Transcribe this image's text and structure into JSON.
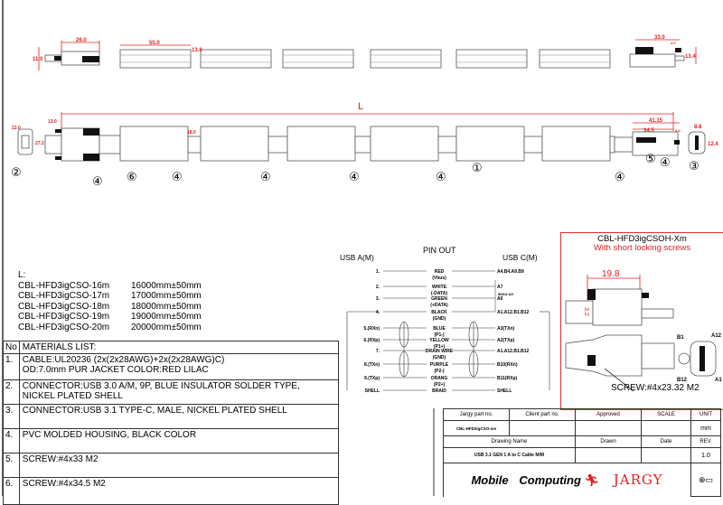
{
  "top_view": {
    "dims": {
      "conn_a_length": "26.0",
      "conn_a_height": "11.0",
      "segment_length": "55.0",
      "segment_height": "13.0",
      "conn_c_length": "33.0",
      "conn_c_tip": "4.0",
      "conn_c_height": "13.4"
    }
  },
  "main_view": {
    "length_label": "L",
    "dims": {
      "port_width": "22.0",
      "port_height": "27.2",
      "plug_length": "13.0",
      "cable_dia": "18.0",
      "c_total": "41.15",
      "c_body": "34.5",
      "c_tip": "6.0",
      "c_face_width": "8.8",
      "c_face_height": "12.4"
    },
    "callouts": [
      "②",
      "④",
      "⑥",
      "④",
      "④",
      "④",
      "④",
      "①",
      "⑤",
      "④",
      "③",
      "④"
    ]
  },
  "length_table": {
    "heading": "L:",
    "rows": [
      {
        "part": "CBL-HFD3igCSO-16m",
        "length": "16000mm±50mm"
      },
      {
        "part": "CBL-HFD3igCSO-17m",
        "length": "17000mm±50mm"
      },
      {
        "part": "CBL-HFD3igCSO-18m",
        "length": "18000mm±50mm"
      },
      {
        "part": "CBL-HFD3igCSO-19m",
        "length": "19000mm±50mm"
      },
      {
        "part": "CBL-HFD3igCSO-20m",
        "length": "20000mm±50mm"
      }
    ]
  },
  "materials": {
    "no_header": "No",
    "header": "MATERIALS LIST:",
    "items": [
      {
        "no": "1.",
        "line1": "CABLE:UL20236 (2x(2x28AWG)+2x(2x28AWG)C)",
        "line2": "OD:7.0mm  PUR JACKET COLOR:RED LILAC"
      },
      {
        "no": "2.",
        "line1": "CONNECTOR:USB 3.0 A/M, 9P, BLUE INSULATOR SOLDER TYPE,",
        "line2": "NICKEL PLATED SHELL"
      },
      {
        "no": "3.",
        "line1": "CONNECTOR:USB 3.1 TYPE-C, MALE, NICKEL PLATED SHELL",
        "line2": ""
      },
      {
        "no": "4.",
        "line1": "PVC MOLDED HOUSING, BLACK COLOR",
        "line2": ""
      },
      {
        "no": "5.",
        "line1": "SCREW:#4x33 M2",
        "line2": ""
      },
      {
        "no": "6.",
        "line1": "SCREW:#4x34.5 M2",
        "line2": ""
      }
    ]
  },
  "pinout": {
    "title": "PIN OUT",
    "left_header": "USB A(M)",
    "right_header": "USB C(M)",
    "resistor_label": "56KΩ A5",
    "rows": [
      {
        "a": "1.",
        "wire": "RED",
        "sub": "(Vbus)",
        "c": "A4.B4.A9.B9"
      },
      {
        "a": "2.",
        "wire": "WHITE",
        "sub": "(-DATA)",
        "c": "A7"
      },
      {
        "a": "3.",
        "wire": "GREEN",
        "sub": "(+DATA)",
        "c": "A6"
      },
      {
        "a": "4.",
        "wire": "BLACK",
        "sub": "(GND)",
        "c": "A1.A12.B1.B12"
      },
      {
        "a": "5.(RXn)",
        "wire": "BLUE",
        "sub": "(P1-)",
        "c": "A3(TXn)"
      },
      {
        "a": "6.(RXp)",
        "wire": "YELLOW",
        "sub": "(P1+)",
        "c": "A2(TXp)"
      },
      {
        "a": "7.",
        "wire": "DRAIN WIRE",
        "sub": "(GND)",
        "c": "A1.A12.B1.B12"
      },
      {
        "a": "8.(TXn)",
        "wire": "PURPLE",
        "sub": "(P2-)",
        "c": "B10(RXn)"
      },
      {
        "a": "9.(TXp)",
        "wire": "ORANG",
        "sub": "(P2+)",
        "c": "B11(RXp)"
      },
      {
        "a": "SHELL",
        "wire": "BRAID",
        "sub": "",
        "c": "SHELL"
      }
    ]
  },
  "variant": {
    "title": "CBL-HFD3igCSOH-Xm",
    "subtitle": "With short locking screws",
    "dim_length": "19.8",
    "dim_height": "3.2",
    "pins": {
      "b1": "B1",
      "a12": "A12",
      "b12": "B12",
      "a1": "A1"
    },
    "screw": "SCREW:#4x23.32 M2"
  },
  "title_block": {
    "jargy_part_label": "Jargy part no.",
    "client_part_label": "Client part no.",
    "approved_label": "Approved",
    "scale_label": "SCALE",
    "unit_label": "UNIT",
    "jargy_part": "CBL-HFD3igCSO-xm",
    "unit": "mm",
    "drawing_name_label": "Drawing Name",
    "drawn_label": "Drawn",
    "date_label": "Date",
    "rev_label": "REV.",
    "drawing_name": "USB 3.1 GEN 1 A to C Cable M/M",
    "rev": "1.0",
    "logo_mobile": "Mobile",
    "logo_computing": "Computing",
    "logo_jargy": "JARGY"
  },
  "colors": {
    "dimension": "#e02020",
    "line": "#555555"
  }
}
